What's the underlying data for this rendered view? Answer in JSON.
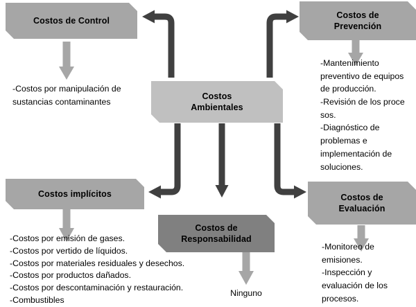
{
  "diagram": {
    "title": "Costos Ambientales",
    "colors": {
      "box_mid": "#a6a6a6",
      "box_light": "#c0c0c0",
      "box_dark": "#808080",
      "arrow_dark": "#404040",
      "arrow_light": "#a6a6a6",
      "background": "#ffffff",
      "text": "#000000"
    },
    "nodes": {
      "center": {
        "label": "Costos\nAmbientales"
      },
      "control": {
        "label": "Costos de Control"
      },
      "prevencion": {
        "label": "Costos de\nPrevención"
      },
      "implicitos": {
        "label": "Costos implícitos"
      },
      "responsabilidad": {
        "label": "Costos de\nResponsabilidad"
      },
      "evaluacion": {
        "label": "Costos de\nEvaluación"
      }
    },
    "details": {
      "control": "-Costos por manipulación de\nsustancias contaminantes",
      "prevencion": "-Mantenimiento\npreventivo de equipos\nde producción.\n-Revisión de los proce\nsos.\n-Diagnóstico de\nproblemas e\nimplementación de\nsoluciones.",
      "implicitos": "-Costos por emisión de gases.\n-Costos por vertido de líquidos.\n-Costos por materiales residuales y desechos.\n-Costos por productos dañados.\n-Costos por descontaminación y restauración.\n-Combustibles",
      "responsabilidad": "Ninguno",
      "evaluacion": "-Monitoreo de\nemisiones.\n-Inspección y\nevaluación de los\nprocesos."
    }
  }
}
